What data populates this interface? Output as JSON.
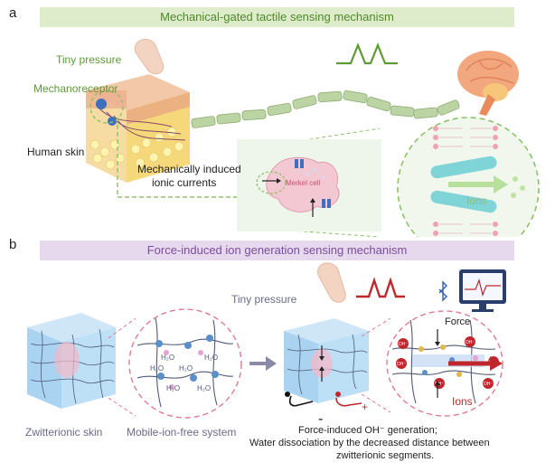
{
  "panel_a": {
    "letter": "a",
    "title": "Mechanical-gated tactile sensing mechanism",
    "labels": {
      "tiny_pressure": "Tiny pressure",
      "mechanoreceptor": "Mechanoreceptor",
      "human_skin": "Human skin",
      "ionic_currents_line1": "Mechanically induced",
      "ionic_currents_line2": "ionic currents",
      "merkel_cell": "Merkel cell",
      "ions": "Ions"
    }
  },
  "panel_b": {
    "letter": "b",
    "title": "Force-induced ion generation sensing mechanism",
    "labels": {
      "tiny_pressure": "Tiny pressure",
      "force": "Force",
      "ions": "Ions",
      "zwitterionic_skin": "Zwitterionic skin",
      "mobile_ion_free": "Mobile-ion-free system",
      "h2o": "H₂O",
      "oh": "OH⁻",
      "caption_line1": "Force-induced OH⁻ generation;",
      "caption_line2": "Water dissociation by the decreased distance between",
      "caption_line3": "zwitterionic segments.",
      "minus": "-",
      "plus": "+"
    }
  },
  "colors": {
    "banner_a_bg": "#dfeccb",
    "banner_a_text": "#4e8a2c",
    "banner_b_bg": "#e6d9ee",
    "banner_b_text": "#7b4d9b",
    "green_label": "#5e9a36",
    "purple_label": "#6a6a8a",
    "red": "#c0272d",
    "nerve": "#bcd4a4",
    "dashed_green": "#8cc267",
    "dashed_pink": "#e07b93"
  }
}
